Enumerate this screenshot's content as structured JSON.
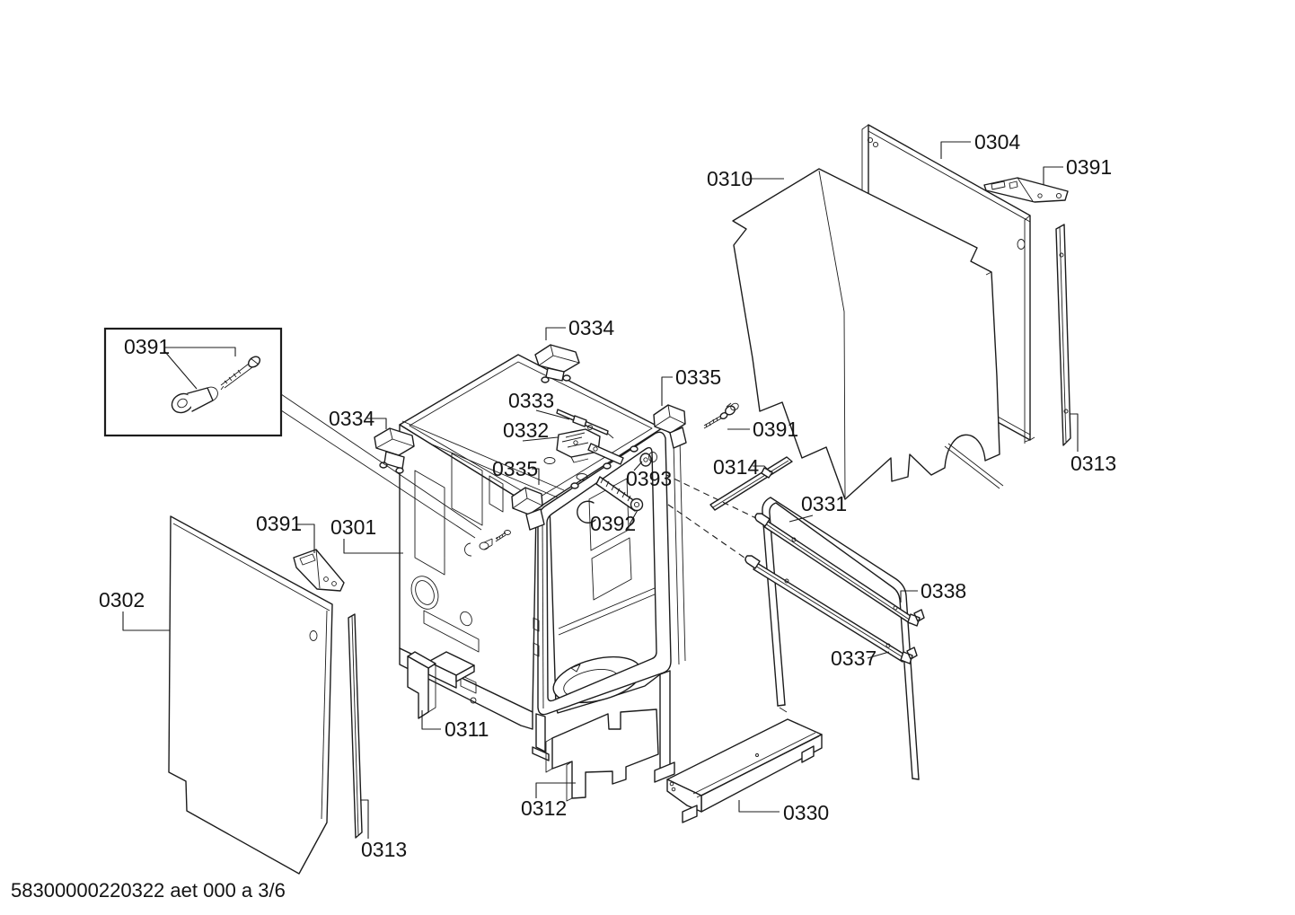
{
  "diagram": {
    "type": "exploded-parts-diagram",
    "footer": "58300000220322 aet 000 a 3/6",
    "callouts": {
      "c0304": "0304",
      "c0391_top_right": "0391",
      "c0310": "0310",
      "c0313_right": "0313",
      "c0334_top": "0334",
      "c0335_right": "0335",
      "c0333": "0333",
      "c0332": "0332",
      "c0391_middle": "0391",
      "c0334_left": "0334",
      "c0335_left": "0335",
      "c0314": "0314",
      "c0393": "0393",
      "c0331": "0331",
      "c0392": "0392",
      "c0391_box": "0391",
      "c0391_left": "0391",
      "c0301": "0301",
      "c0302": "0302",
      "c0338": "0338",
      "c0337": "0337",
      "c0311": "0311",
      "c0312": "0312",
      "c0330": "0330",
      "c0313_bottom": "0313"
    }
  }
}
